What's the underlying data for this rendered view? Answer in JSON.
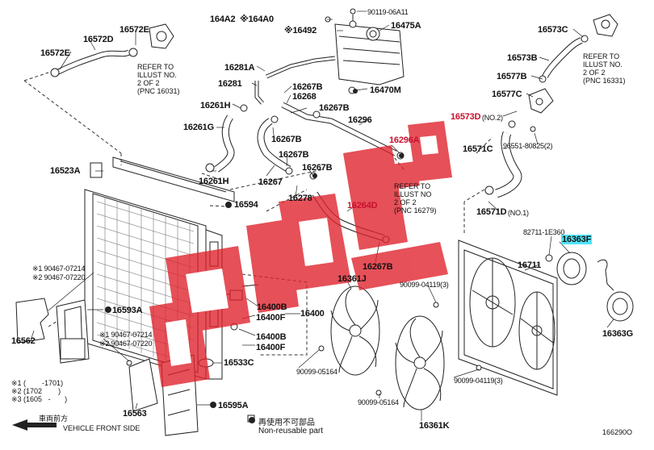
{
  "labels": {
    "l16572D": "16572D",
    "l16572E_top": "16572E",
    "l16572E": "16572E",
    "l164A2": "164A2",
    "l164A0": "※164A0",
    "l16492": "※16492",
    "l90119": "90119-06A11",
    "l16475A": "16475A",
    "l16573C": "16573C",
    "l16573B": "16573B",
    "l16577B": "16577B",
    "l16577C": "16577C",
    "l16573D": "16573D",
    "l16573D_note": "(NO.2)",
    "l96551": "96551-80825(2)",
    "l16571C": "16571C",
    "l16281A": "16281A",
    "l16281": "16281",
    "l16261H_top": "16261H",
    "l16261G": "16261G",
    "l16267B_1": "16267B",
    "l16268": "16268",
    "l16267B_2": "16267B",
    "l16470M": "16470M",
    "l16296": "16296",
    "l16296A": "16296A",
    "l16267B_3": "16267B",
    "l16267B_4": "16267B",
    "l16267": "16267",
    "l16267B_5": "16267B",
    "l16278": "16278",
    "l16264D": "16264D",
    "l16267B_6": "16267B",
    "l16523A": "16523A",
    "l16261H": "16261H",
    "l16594": "16594",
    "l16571D": "16571D",
    "l16571D_note": "(NO.1)",
    "l82711": "82711-1E360",
    "l16363F": "16363F",
    "l16711": "16711",
    "l90099a": "90099-04119(3)",
    "l16361J": "16361J",
    "l90467a": "※1 90467-07214",
    "l90467b": "※2 90467-07220",
    "l16593A": "16593A",
    "l16562": "16562",
    "l16400B_1": "16400B",
    "l16400F_1": "16400F",
    "l16400": "16400",
    "l16400B_2": "16400B",
    "l16400F_2": "16400F",
    "l90467c": "※1 90467-07214",
    "l90467d": "※2 90467-07220",
    "l16533C": "16533C",
    "l16595A": "16595A",
    "l16563": "16563",
    "l90099_05164a": "90099-05164",
    "l90099_05164b": "90099-05164",
    "l90099_04119b": "90099-04119(3)",
    "l16361K": "16361K",
    "l16363G": "16363G"
  },
  "notes": {
    "refer1": "REFER TO\nILLUST NO.\n2 OF 2\n(PNC 16031)",
    "refer2": "REFER TO\nILLUST NO.\n2 OF 2\n(PNC 16331)",
    "refer3": "REFER TO\nILLUST NO\n2 OF 2\n(PNC 16279)",
    "footnote": "※1 (        -1701)\n※2 (1702        )\n※3 (1605   -       )"
  },
  "legend": {
    "reusable": "再使用不可部品",
    "nonreusable": "Non-reusable part",
    "front_jp": "車両前方",
    "front_en": "VEHICLE FRONT SIDE",
    "code": "166290O"
  },
  "colors": {
    "watermark": "#e0202a",
    "highlight": "#4fe3f5",
    "part_red": "#c8102e"
  }
}
